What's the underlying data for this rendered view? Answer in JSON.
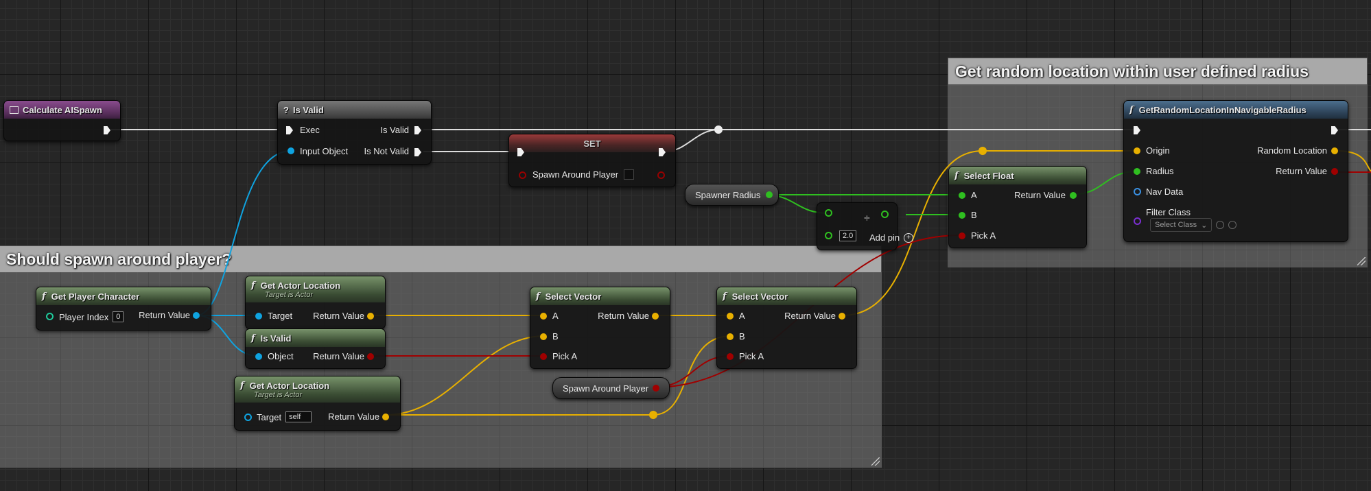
{
  "comments": {
    "spawn_question": "Should spawn around player?",
    "random_location": "Get random location within user defined radius"
  },
  "nodes": {
    "calculate_aispawn": {
      "title": "Calculate AISpawn"
    },
    "is_valid_top": {
      "title": "Is Valid",
      "exec": "Exec",
      "input_object": "Input Object",
      "is_valid": "Is Valid",
      "is_not_valid": "Is Not Valid"
    },
    "set_node": {
      "title": "SET",
      "var": "Spawn Around Player"
    },
    "spawner_radius": {
      "label": "Spawner Radius"
    },
    "divide": {
      "value": "2.0",
      "add_pin": "Add pin"
    },
    "select_float": {
      "title": "Select Float",
      "a": "A",
      "b": "B",
      "pick_a": "Pick A",
      "return_value": "Return Value"
    },
    "get_random_loc": {
      "title": "GetRandomLocationInNavigableRadius",
      "origin": "Origin",
      "radius": "Radius",
      "nav_data": "Nav Data",
      "filter_class": "Filter Class",
      "select_class": "Select Class",
      "random_location": "Random Location",
      "return_value": "Return Value"
    },
    "get_player_character": {
      "title": "Get Player Character",
      "player_index": "Player Index",
      "player_index_value": "0",
      "return_value": "Return Value"
    },
    "get_actor_location_1": {
      "title": "Get Actor Location",
      "subtitle": "Target is Actor",
      "target": "Target",
      "return_value": "Return Value"
    },
    "is_valid_pure": {
      "title": "Is Valid",
      "object": "Object",
      "return_value": "Return Value"
    },
    "get_actor_location_2": {
      "title": "Get Actor Location",
      "subtitle": "Target is Actor",
      "target": "Target",
      "target_value": "self",
      "return_value": "Return Value"
    },
    "select_vector_1": {
      "title": "Select Vector",
      "a": "A",
      "b": "B",
      "pick_a": "Pick A",
      "return_value": "Return Value"
    },
    "spawn_around_player_get": {
      "label": "Spawn Around Player"
    },
    "select_vector_2": {
      "title": "Select Vector",
      "a": "A",
      "b": "B",
      "pick_a": "Pick A",
      "return_value": "Return Value"
    }
  },
  "colors": {
    "exec": "#f2f2f2",
    "vector": "#e8b000",
    "object": "#0fa3e0",
    "bool": "#a00000",
    "float": "#2fbf20"
  }
}
